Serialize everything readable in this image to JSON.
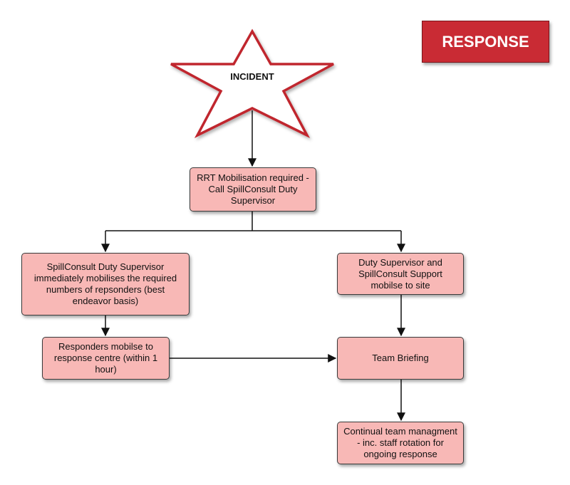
{
  "banner": {
    "label": "RESPONSE"
  },
  "incident": {
    "label": "INCIDENT"
  },
  "nodes": {
    "rrt": "RRT Mobilisation required - Call SpillConsult Duty Supervisor",
    "supervisor_mobilises": "SpillConsult Duty Supervisor immediately mobilises the required numbers of repsonders (best endeavor basis)",
    "duty_support": "Duty Supervisor and SpillConsult Support mobilse to site",
    "responders_mobilise": "Responders mobilse to response centre (within 1 hour)",
    "team_briefing": "Team Briefing",
    "continual_management": "Continual team managment - inc. staff rotation for ongoing response"
  },
  "colors": {
    "box_fill": "#f8b8b6",
    "banner_fill": "#c92b34",
    "star_stroke": "#c0272d",
    "line": "#111111"
  }
}
